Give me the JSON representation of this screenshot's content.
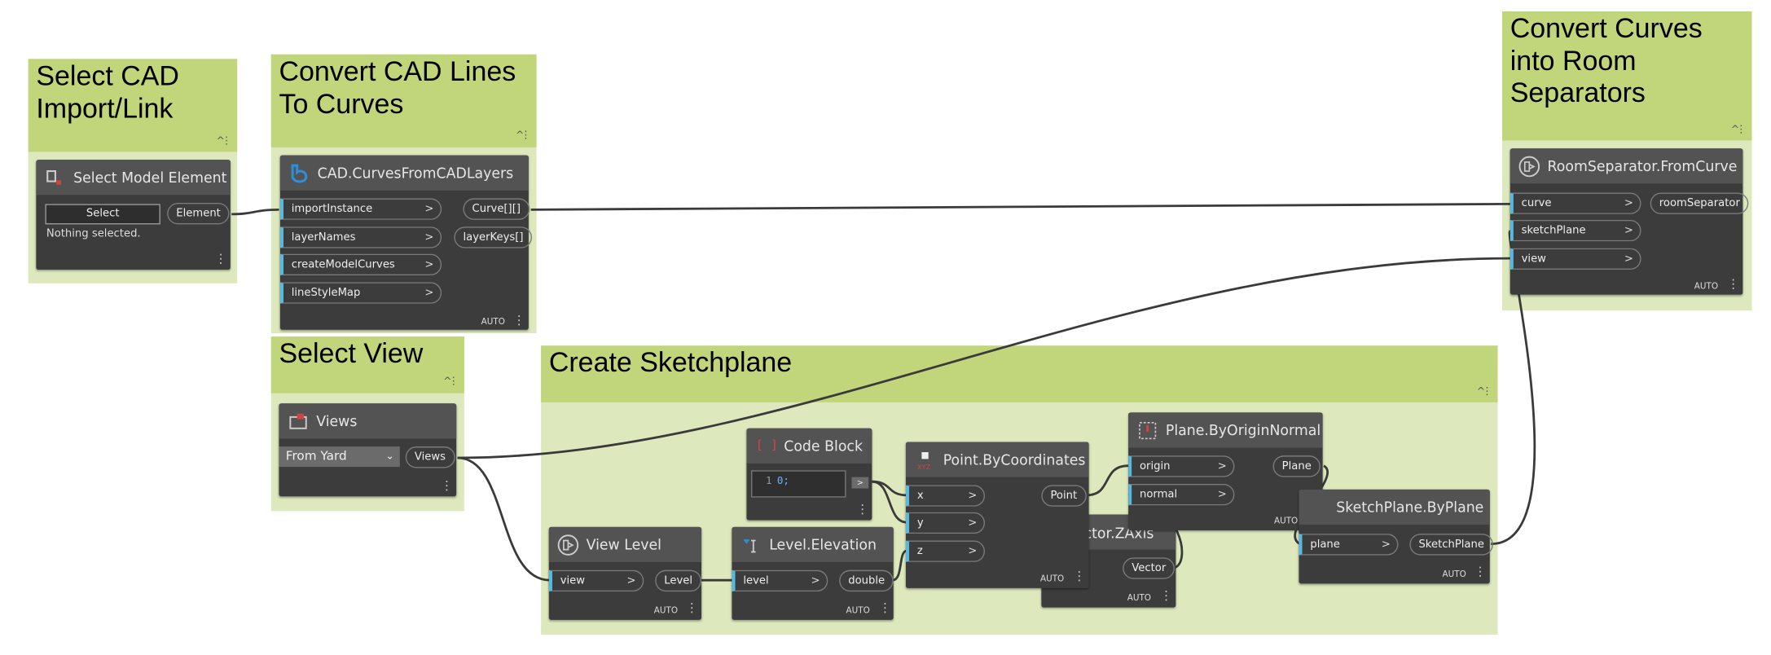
{
  "groups": {
    "select_cad": {
      "title": "Select CAD\nImport/Link"
    },
    "convert_cad": {
      "title": "Convert CAD Lines\nTo Curves"
    },
    "convert_curves": {
      "title": "Convert Curves\ninto Room\nSeparators"
    },
    "select_view": {
      "title": "Select View"
    },
    "sketchplane": {
      "title": "Create Sketchplane"
    },
    "collapse_glyph": "^",
    "menu_glyph": "⋮"
  },
  "nodes": {
    "select_model": {
      "title": "Select Model Element",
      "button": "Select",
      "output": "Element",
      "status": "Nothing selected."
    },
    "cad_curves": {
      "title": "CAD.CurvesFromCADLayers",
      "inputs": [
        "importInstance",
        "layerNames",
        "createModelCurves",
        "lineStyleMap"
      ],
      "outputs": [
        "Curve[][]",
        "layerKeys[]"
      ],
      "lacing": "AUTO"
    },
    "room_separator": {
      "title": "RoomSeparator.FromCurve",
      "inputs": [
        "curve",
        "sketchPlane",
        "view"
      ],
      "output": "roomSeparator",
      "lacing": "AUTO"
    },
    "views": {
      "title": "Views",
      "selected": "From Yard",
      "output": "Views"
    },
    "code_block": {
      "title": "Code Block",
      "line_no": "1",
      "code": "0;",
      "output": ">"
    },
    "point": {
      "title": "Point.ByCoordinates",
      "inputs": [
        "x",
        "y",
        "z"
      ],
      "output": "Point",
      "lacing": "AUTO"
    },
    "plane": {
      "title": "Plane.ByOriginNormal",
      "inputs": [
        "origin",
        "normal"
      ],
      "output": "Plane",
      "lacing": "AUTO"
    },
    "zaxis": {
      "title": "Vector.ZAxis",
      "title_visible": "ector.ZAxis",
      "output": "Vector",
      "lacing": "AUTO"
    },
    "sketchplane": {
      "title": "SketchPlane.ByPlane",
      "input": "plane",
      "output": "SketchPlane",
      "lacing": "AUTO"
    },
    "view_level": {
      "title": "View Level",
      "input": "view",
      "output": "Level",
      "lacing": "AUTO"
    },
    "level_elev": {
      "title": "Level.Elevation",
      "input": "level",
      "output": "double",
      "lacing": "AUTO"
    }
  },
  "port_chevron": ">",
  "colors": {
    "group_header": "#c1d57a",
    "group_body": "#dde8bd",
    "node_body": "#3c3c3c",
    "node_header": "#535353",
    "input_accent": "#5ab7de",
    "wire": "#3a3a3a"
  }
}
